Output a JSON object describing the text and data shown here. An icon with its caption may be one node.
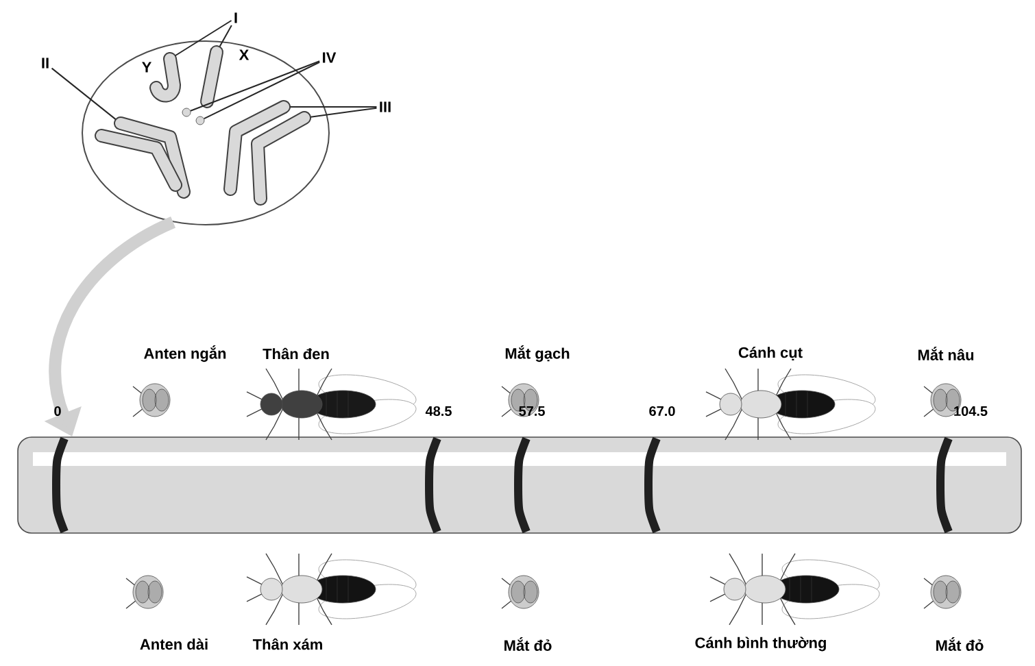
{
  "diagram": {
    "nodes": [
      {
        "text": [],
        "shape": "circle"
      },
      {
        "text": [],
        "shape": "bar",
        "in": 0,
        "beside": [
          "Y"
        ]
      },
      {
        "text": [],
        "shape": "bar",
        "in": 0,
        "beside": [
          "X"
        ]
      },
      {
        "text": [],
        "shape": "circle",
        "in": 0
      },
      {
        "text": [],
        "shape": "circle",
        "in": 0
      },
      {
        "text": [],
        "shape": "bar",
        "in": 0
      },
      {
        "text": [],
        "shape": "bar",
        "in": 0
      },
      {
        "text": [],
        "shape": "bar",
        "in": 0
      },
      {
        "text": [],
        "shape": "bar",
        "in": 0
      },
      {
        "text": [],
        "shape": "bar"
      },
      {
        "text": [
          "I"
        ]
      },
      {
        "text": [
          "II"
        ]
      },
      {
        "text": [
          "IV"
        ]
      },
      {
        "text": [
          "III"
        ]
      }
    ],
    "edges": [
      {
        "from": 0,
        "to": 9,
        "arrow": "to",
        "style": "thick",
        "color": "#d0d0d0"
      },
      {
        "from": 10,
        "to": 1,
        "arrow": "none"
      },
      {
        "from": 10,
        "to": 2,
        "arrow": "none"
      },
      {
        "from": 11,
        "to": 5,
        "arrow": "none"
      },
      {
        "from": 12,
        "to": 3,
        "arrow": "none"
      },
      {
        "from": 12,
        "to": 4,
        "arrow": "none"
      },
      {
        "from": 13,
        "to": 7,
        "arrow": "none"
      },
      {
        "from": 13,
        "to": 8,
        "arrow": "none"
      }
    ],
    "labels": [
      "Anten ngắn",
      "Thân đen",
      "Mắt gạch",
      "Cánh cụt",
      "Mắt nâu",
      "0",
      "48.5",
      "57.5",
      "67.0",
      "104.5",
      "Anten dài",
      "Thân xám",
      "Mắt đỏ",
      "Cánh bình thường",
      "Mắt đỏ"
    ]
  }
}
